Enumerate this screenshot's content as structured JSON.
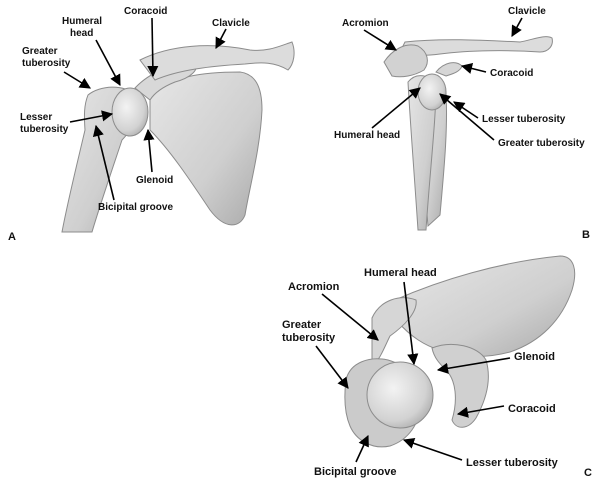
{
  "panel_a": {
    "letter": "A",
    "humeral_head": [
      "Humeral",
      "head"
    ],
    "coracoid": "Coracoid",
    "clavicle": "Clavicle",
    "greater_tuberosity": [
      "Greater",
      "tuberosity"
    ],
    "lesser_tuberosity": [
      "Lesser",
      "tuberosity"
    ],
    "glenoid": "Glenoid",
    "bicipital_groove": "Bicipital groove"
  },
  "panel_b": {
    "letter": "B",
    "acromion": "Acromion",
    "clavicle": "Clavicle",
    "coracoid": "Coracoid",
    "lesser_tuberosity": "Lesser tuberosity",
    "humeral_head": "Humeral head",
    "greater_tuberosity": "Greater tuberosity"
  },
  "panel_c": {
    "letter": "C",
    "acromion": "Acromion",
    "humeral_head": "Humeral head",
    "greater_tuberosity": [
      "Greater",
      "tuberosity"
    ],
    "glenoid": "Glenoid",
    "coracoid": "Coracoid",
    "bicipital_groove": "Bicipital groove",
    "lesser_tuberosity": "Lesser tuberosity"
  },
  "colors": {
    "bone": "#d4d4d4",
    "bone_shadow": "#9a9a9a",
    "bone_light": "#ececec",
    "label": "#111111"
  }
}
